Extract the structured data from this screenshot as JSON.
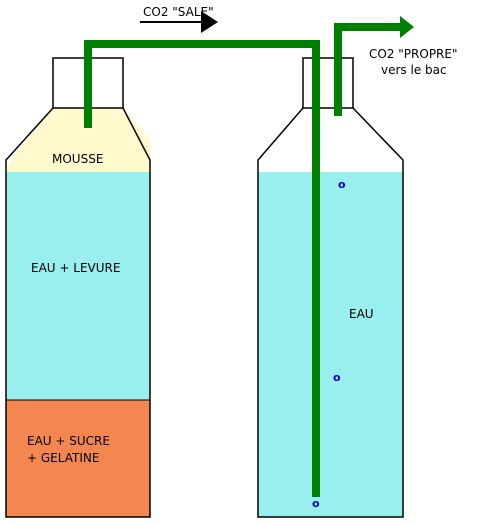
{
  "colors": {
    "water": "#99EEEE",
    "foam": "#FFFACD",
    "sugar_layer": "#F4874F",
    "tube": "#008000",
    "arrow": "#000000",
    "outline": "#000000",
    "bubble": "#0000CC"
  },
  "labels": {
    "co2_dirty": "CO2 \"SALE\"",
    "co2_clean": "CO2 \"PROPRE\"",
    "to_tank": "vers le bac",
    "foam": "MOUSSE",
    "water_yeast": "EAU + LEVURE",
    "sugar_line1": "EAU + SUCRE",
    "sugar_line2": "+ GELATINE",
    "water": "EAU"
  },
  "bubbles": [
    "o",
    "o",
    "o"
  ],
  "icons": {
    "flow_arrow": "right-arrow-icon",
    "outlet_arrow": "right-arrow-icon"
  }
}
